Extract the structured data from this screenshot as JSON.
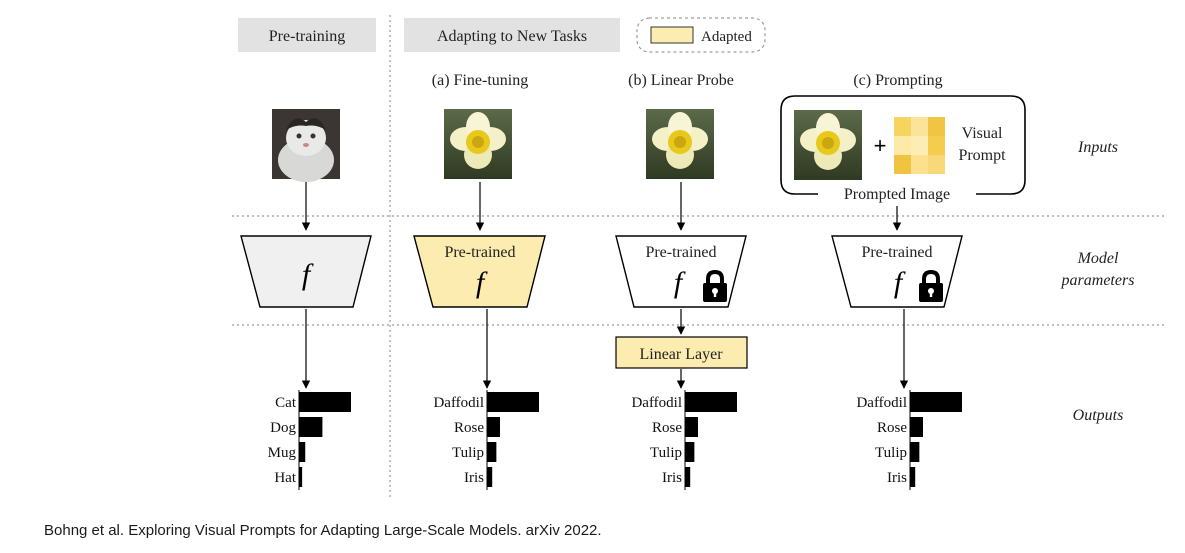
{
  "headers": {
    "pretraining": "Pre-training",
    "adapting": "Adapting to New Tasks",
    "legend_adapted": "Adapted"
  },
  "columns": {
    "finetuning": "(a) Fine-tuning",
    "linear_probe": "(b) Linear Probe",
    "prompting": "(c) Prompting"
  },
  "model": {
    "symbol": "f",
    "pretrained_label": "Pre-trained"
  },
  "prompting": {
    "plus": "+",
    "visual_prompt_line1": "Visual",
    "visual_prompt_line2": "Prompt",
    "prompted_image": "Prompted Image"
  },
  "linear_layer": "Linear Layer",
  "row_labels": {
    "inputs": "Inputs",
    "model_line1": "Model",
    "model_line2": "parameters",
    "outputs": "Outputs"
  },
  "outputs": {
    "pretraining": [
      {
        "label": "Cat",
        "value": 1.0
      },
      {
        "label": "Dog",
        "value": 0.45
      },
      {
        "label": "Mug",
        "value": 0.12
      },
      {
        "label": "Hat",
        "value": 0.06
      }
    ],
    "finetuning": [
      {
        "label": "Daffodil",
        "value": 1.0
      },
      {
        "label": "Rose",
        "value": 0.25
      },
      {
        "label": "Tulip",
        "value": 0.18
      },
      {
        "label": "Iris",
        "value": 0.1
      }
    ],
    "linear_probe": [
      {
        "label": "Daffodil",
        "value": 1.0
      },
      {
        "label": "Rose",
        "value": 0.25
      },
      {
        "label": "Tulip",
        "value": 0.18
      },
      {
        "label": "Iris",
        "value": 0.1
      }
    ],
    "prompting": [
      {
        "label": "Daffodil",
        "value": 1.0
      },
      {
        "label": "Rose",
        "value": 0.25
      },
      {
        "label": "Tulip",
        "value": 0.18
      },
      {
        "label": "Iris",
        "value": 0.1
      }
    ]
  },
  "colors": {
    "adapted": "#fcecb0",
    "header_bg": "#e2e2e2",
    "frozen_bg": "#f0f0f0"
  },
  "citation": "Bohng et al. Exploring Visual Prompts for Adapting Large-Scale Models. arXiv 2022."
}
